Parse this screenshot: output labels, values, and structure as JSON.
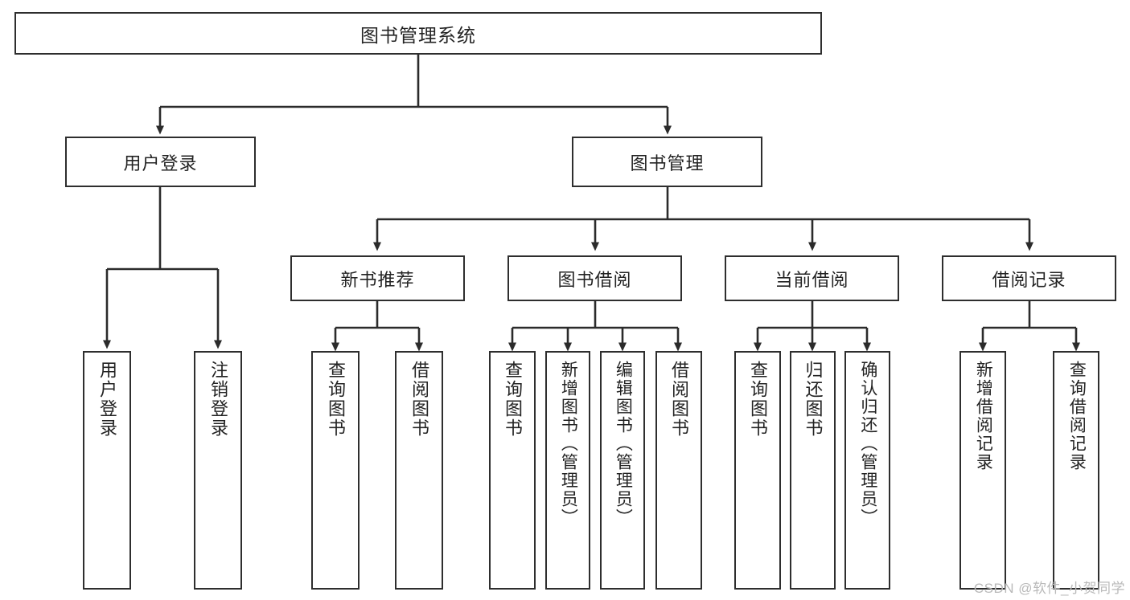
{
  "diagram": {
    "type": "tree",
    "title": "图书管理系统",
    "root": {
      "label": "图书管理系统"
    },
    "level2": [
      {
        "label": "用户登录"
      },
      {
        "label": "图书管理"
      }
    ],
    "level3": [
      {
        "label": "新书推荐"
      },
      {
        "label": "图书借阅"
      },
      {
        "label": "当前借阅"
      },
      {
        "label": "借阅记录"
      }
    ],
    "leaves": {
      "user_login": [
        {
          "label": "用户登录"
        },
        {
          "label": "注销登录"
        }
      ],
      "new_book_recommend": [
        {
          "label": "查询图书"
        },
        {
          "label": "借阅图书"
        }
      ],
      "book_borrow": [
        {
          "label": "查询图书"
        },
        {
          "label": "新增图书（管理员）"
        },
        {
          "label": "编辑图书（管理员）"
        },
        {
          "label": "借阅图书"
        }
      ],
      "current_borrow": [
        {
          "label": "查询图书"
        },
        {
          "label": "归还图书"
        },
        {
          "label": "确认归还（管理员）"
        }
      ],
      "borrow_records": [
        {
          "label": "新增借阅记录"
        },
        {
          "label": "查询借阅记录"
        }
      ]
    }
  },
  "watermark": {
    "text": "CSDN @软件_小贺同学"
  },
  "colors": {
    "border": "#2e2e2e",
    "text": "#232323",
    "background": "#ffffff",
    "connector": "#2b2b2b",
    "watermark": "#b9b9b9"
  }
}
